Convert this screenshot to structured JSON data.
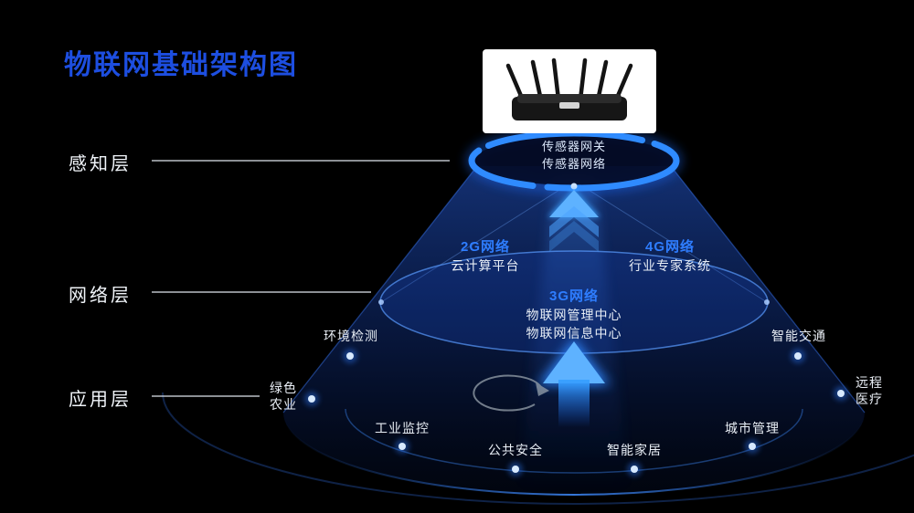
{
  "title": "物联网基础架构图",
  "layers": {
    "perception": "感知层",
    "network": "网络层",
    "application": "应用层"
  },
  "gateway": {
    "line1": "传感器网关",
    "line2": "传感器网络"
  },
  "network_nodes": {
    "left": {
      "name": "2G网络",
      "desc": "云计算平台"
    },
    "center": {
      "name": "3G网络",
      "desc1": "物联网管理中心",
      "desc2": "物联网信息中心"
    },
    "right": {
      "name": "4G网络",
      "desc": "行业专家系统"
    }
  },
  "applications": [
    "环境检测",
    "智能交通",
    "绿色\n农业",
    "远程\n医疗",
    "工业监控",
    "城市管理",
    "公共安全",
    "智能家居"
  ],
  "colors": {
    "background": "#000000",
    "title_blue": "#1d4ee0",
    "accent_blue": "#2e7dff",
    "ring_blue": "#2f8bff",
    "text_white": "#edf2f8",
    "dot": "#d7e9ff"
  }
}
